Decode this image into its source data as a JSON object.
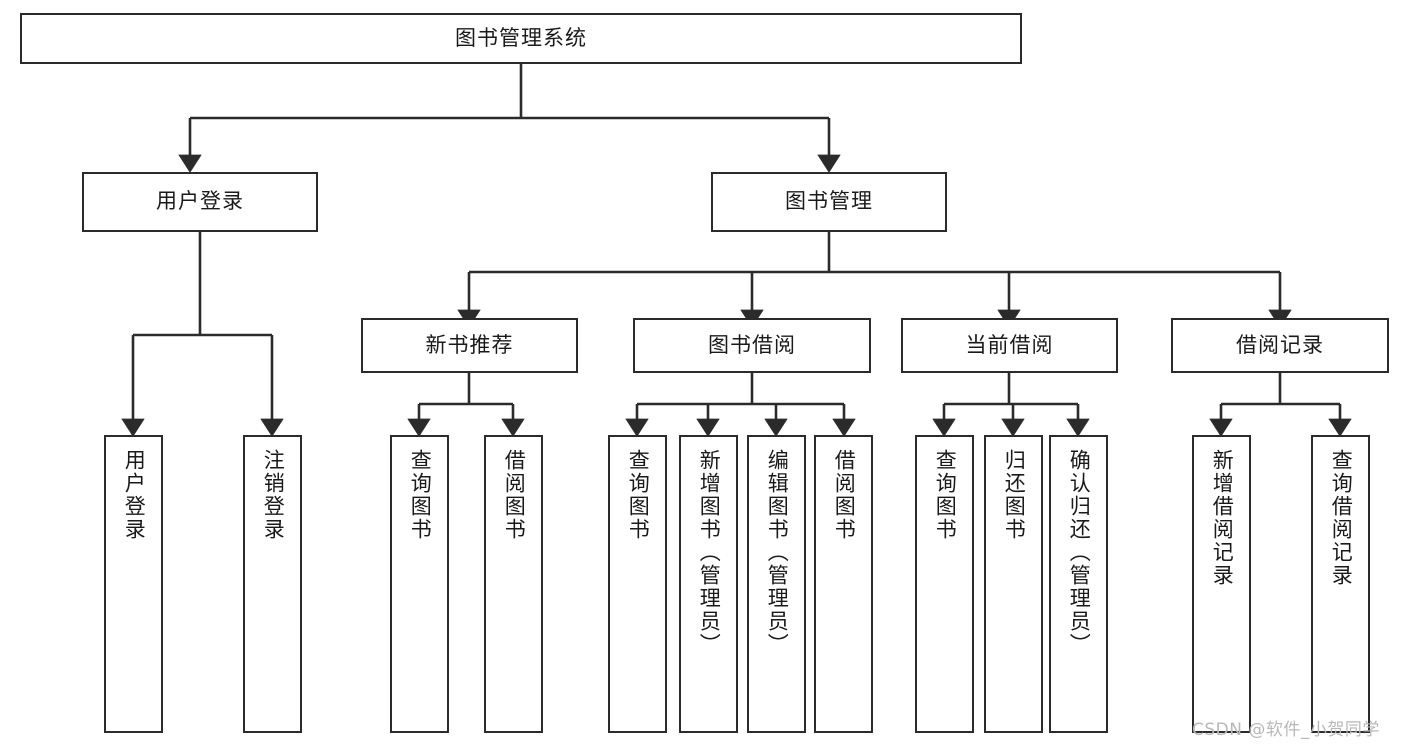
{
  "diagram": {
    "title": "图书管理系统",
    "watermark": "CSDN @软件_小贺同学",
    "root": {
      "label": "图书管理系统"
    },
    "level2": [
      {
        "label": "用户登录"
      },
      {
        "label": "图书管理"
      }
    ],
    "level3": [
      {
        "label": "新书推荐"
      },
      {
        "label": "图书借阅"
      },
      {
        "label": "当前借阅"
      },
      {
        "label": "借阅记录"
      }
    ],
    "leaves": {
      "user_login": [
        {
          "label": "用户登录"
        },
        {
          "label": "注销登录"
        }
      ],
      "new_book_recommend": [
        {
          "label": "查询图书"
        },
        {
          "label": "借阅图书"
        }
      ],
      "book_borrow": [
        {
          "label": "查询图书"
        },
        {
          "label": "新增图书（管理员）"
        },
        {
          "label": "编辑图书（管理员）"
        },
        {
          "label": "借阅图书"
        }
      ],
      "current_borrow": [
        {
          "label": "查询图书"
        },
        {
          "label": "归还图书"
        },
        {
          "label": "确认归还（管理员）"
        }
      ],
      "borrow_record": [
        {
          "label": "新增借阅记录"
        },
        {
          "label": "查询借阅记录"
        }
      ]
    },
    "colors": {
      "stroke": "#2b2b2b",
      "fill": "#ffffff",
      "text": "#1a1a1a",
      "watermark": "#b8b8b8"
    }
  }
}
